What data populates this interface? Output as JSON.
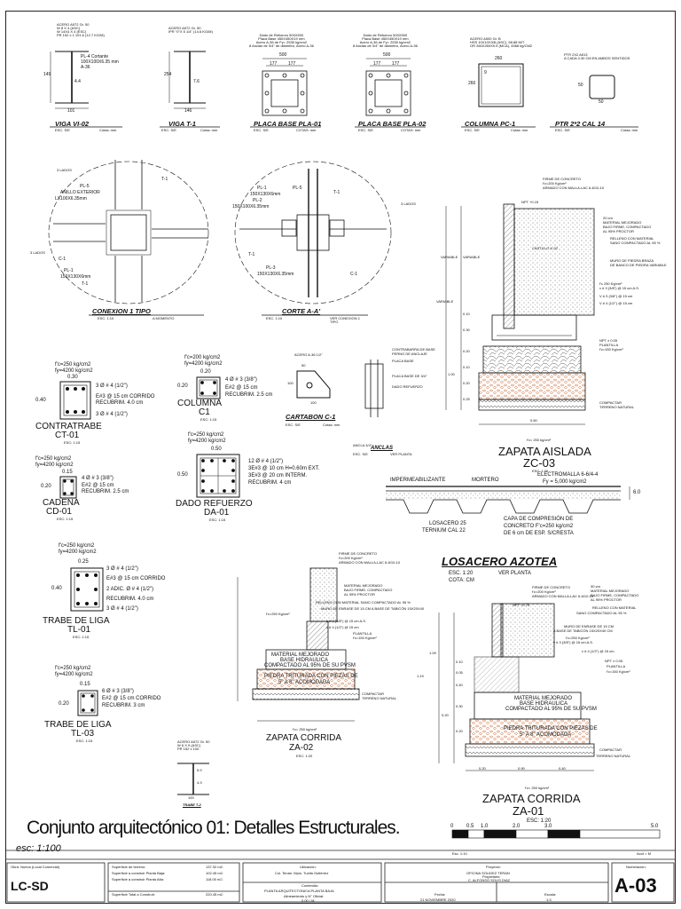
{
  "details_top": {
    "viga_vi02": {
      "title": "VIGA VI-02",
      "esc": "ESC. S/E",
      "units": "Cotas: mm",
      "spec": "ACERO A572 Gr. 50\nW 8 X 4 (ASC)\nW 14X4 X 4 (ESC)\nPR 152 x 1 101.6 (12.7 KG/M)",
      "plate": "PL-4 Cortante",
      "plate_dims": "100X100X6.35 mm",
      "plate_steel": "A-36",
      "dim_left": "149",
      "dim_web": "4.4",
      "dim_bottom": "101"
    },
    "viga_t1": {
      "title": "VIGA T-1",
      "esc": "ESC. S/E",
      "units": "Cotas: mm",
      "spec": "ACERO A572 Gr. 50\nIPR \"0\"X 5 1/4\" (14.6 KG/M)",
      "dim_left": "254",
      "dim_web": "7.6",
      "dim_bottom": "146"
    },
    "pla01": {
      "title": "PLACA BASE PLA-01",
      "esc": "ESC. S/E",
      "units": "COTAS: mm",
      "spec": "Dado de Refuerzo 500X500\nPlaca Base 450X450X19 mm\nAcero A-36 de Fy= 2530 kg/cm2\n8 Anclas de 3/4\" de diámetro, Acero A-36",
      "dim_top": "500",
      "dim_a": "177",
      "dim_b": "177"
    },
    "pla02": {
      "title": "PLACA BASE PLA-02",
      "esc": "ESC. S/E",
      "units": "COTAS: mm",
      "spec": "Dado de Refuerzo 500X500\nPlaca Base 450X450X19 mm\nAcero A-36 de Fy= 2530 kg/cm2\n8 Anclas de 3/4\" de diámetro, Acero A-36",
      "dim_top": "500",
      "dim_a": "177",
      "dim_b": "177"
    },
    "pc1": {
      "title": "COLUMNA PC-1",
      "esc": "ESC. S/E",
      "units": "Cotas: mm",
      "spec": "ACERO A500 Gr. B\nHSS 10X10X3/8 (ASC), 58.88 M/T\nOR 260X260X9.5 (MCA), 4568 kg/CM2",
      "dim_top": "260",
      "dim_left": "260",
      "dim_wall": "9"
    },
    "ptr": {
      "title": "PTR 2*2 CAL 14",
      "esc": "ESC. S/E",
      "units": "Cotas: mm",
      "spec": "PTR 2X2 A513\nA CADA 0.30 CM EN AMBOS SENTIDOS",
      "dim_left": "50",
      "dim_bottom": "50"
    }
  },
  "conexion": {
    "title": "CONEXION 1 TIPO",
    "esc": "ESC. 1:10",
    "note": "A MOMENTO",
    "labels": [
      "3 LADOS",
      "PL-5",
      "ANILLO EXTERIOR",
      "LX100X6.35mm",
      "T-1",
      "C-1",
      "3 LADOS",
      "PL-1",
      "150X130X6mm",
      "T-1"
    ]
  },
  "corte": {
    "title": "CORTE A-A'",
    "esc": "ESC. 1:10",
    "note": "VER CONEXION 1\nTIPO",
    "labels": [
      "PL-1",
      "150X130X6mm",
      "PL-5",
      "PL-2",
      "150X100X6.35mm",
      "T-1",
      "PL-3",
      "150X130X6.35mm",
      "C-1",
      "T-1",
      "3 LADOS"
    ]
  },
  "zapata_aislada": {
    "title": "ZAPATA AISLADA",
    "code": "ZC-03",
    "esc": "ESC. 1:20",
    "fc": "f'c= 250 kg/cm²",
    "labels": [
      "FIRME DE CONCRETO",
      "f'c=200 Kg/cm²",
      "ARMADO CON MALLA-LAC 6-6/10-10",
      "NPT +0.15",
      "20 cm",
      "MATERIAL MEJORADO",
      "BAJO FIRME, COMPACTADO",
      "AL 95% PROCTOR",
      "RELLENO CON MATERIAL",
      "SANO COMPACTADO AL 95 %",
      "CASTILLO K-02",
      "MURO DE PIEDRA BRAZA",
      "DE BANCO DE PIEDRA VARIABLE",
      "f'c 250 Kg/cm²",
      "v # 3 (3/8\") @ 15 cm A.S.",
      "V # 3 (3/8\") @ 15 cm",
      "V # 4 (1/2\") @ 15 cm",
      "NPT ± 0.05",
      "PLANTILLA",
      "f'c=150 Kg/cm²",
      "COMPACTAR",
      "TERRENO NATURAL"
    ],
    "dims": [
      "VARIABLE",
      "VARIABLE",
      "VARIABLE",
      "0.10",
      "0.30",
      "0.20",
      "0.10",
      "1.00",
      "0.20",
      "0.25",
      "0.60"
    ]
  },
  "contratrabe": {
    "fc": "f'c=250 kg/cm2",
    "fy": "fy=4200 kg/cm2",
    "dim_w": "0.30",
    "dim_h": "0.40",
    "title": "CONTRATRABE",
    "code": "CT-01",
    "esc": "ESC: 1:15",
    "notes": [
      "3 Ø # 4 (1/2\")",
      "E#3 @ 15 cm CORRIDO",
      "RECUBRIM. 4.0 cm",
      "3 Ø # 4 (1/2\")"
    ]
  },
  "columna": {
    "fc": "f'c=200 kg/cm2",
    "fy": "fy=4200 kg/cm2",
    "dim_w": "0.20",
    "dim_h": "0.20",
    "title": "COLUMNA",
    "code": "C1",
    "esc": "ESC: 1:15",
    "notes": [
      "4 Ø # 3 (3/8\")",
      "E#2 @ 15 cm",
      "RECUBRIM. 2.5 cm"
    ]
  },
  "cartabon": {
    "title": "CARTABON C-1",
    "esc": "ESC. S/E",
    "units": "Cotas: mm",
    "spec": "ACERO A-36 1/2\"",
    "dims": [
      "50",
      "100",
      "100"
    ]
  },
  "anclas": {
    "title": "ANCLAS",
    "esc": "ESC. S/E",
    "note": "VER PLANTA",
    "labels": [
      "CONTRABARRA DE BASE",
      "PERNO DE ANCLAJE",
      "PLACA BASE",
      "PLACA BASE DE 3/4\"",
      "DADO REFUERZO",
      "ANCLA 3/4\""
    ]
  },
  "cadena": {
    "fc": "f'c=250 kg/cm2",
    "fy": "fy=4200 kg/cm2",
    "dim_w": "0.15",
    "dim_h": "0.20",
    "title": "CADENA",
    "code": "CD-01",
    "esc": "ESC: 1:15",
    "notes": [
      "4 Ø # 3 (3/8\")",
      "E#2 @ 15 cm",
      "RECUBRIM. 2.5 cm"
    ]
  },
  "dado": {
    "fc": "f'c=250 kg/cm2",
    "fy": "fy=4200 kg/cm2",
    "dim_w": "0.50",
    "dim_h": "0.50",
    "title": "DADO REFUERZO",
    "code": "DA-01",
    "esc": "ESC: 1:15",
    "notes": [
      "12 Ø # 4 (1/2\")",
      "3E#3 @ 10 cm H=0.60m EXT.",
      "3E#3 @ 20 cm INTERM.",
      "RECUBRIM. 4 cm"
    ]
  },
  "losacero": {
    "labels": [
      "IMPERMEABILIZANTE",
      "MORTERO",
      "ELECTROMALLA 6-6/4-4",
      "Fy = 5,000 kg/cm2",
      "LOSACERO 25",
      "TERNIUM CAL 22",
      "CAPA DE COMPRESIÓN DE",
      "CONCRETO F'c=250 kg/cm2",
      "DE 6 cm DE ESP. S/CRESTA"
    ],
    "dim": "6.0",
    "title": "LOSACERO AZOTEA",
    "esc": "ESC. 1:20",
    "cota": "COTA: CM",
    "note": "VER PLANTA"
  },
  "trabe_liga": {
    "fc": "f'c=250 kg/cm2",
    "fy": "fy=4200 kg/cm2",
    "dim_w": "0.25",
    "dim_h": "0.40",
    "title": "TRABE DE LIGA",
    "code": "TL-01",
    "esc": "ESC: 1:15",
    "notes": [
      "3 Ø # 4 (1/2\")",
      "E#3 @ 15 cm CORRIDO",
      "2 ADIC. Ø # 4 (1/2\")",
      "RECUBRIM. 4.0 cm",
      "3 Ø # 4 (1/2\")"
    ]
  },
  "trabe_liga3": {
    "fc": "f'c=250 kg/cm2",
    "fy": "fy=4200 kg/cm2",
    "dim_w": "0.15",
    "dim_h": "0.20",
    "title": "TRABE DE LIGA",
    "code": "TL-03",
    "esc": "ESC: 1:15",
    "notes": [
      "6 Ø # 3 (3/8\")",
      "E#2 @ 15 cm CORRIDO",
      "RECUBRIM. 3 cm"
    ]
  },
  "trabe_t2": {
    "title": "TRABE T-2",
    "spec": "ACERO A572 Gr. 50\nW 6 X 9 (ASC)\nPR 152 x 100",
    "dims": [
      "5.9",
      "4.3",
      "100"
    ]
  },
  "zapata_za02": {
    "title": "ZAPATA CORRIDA",
    "code": "ZA-02",
    "esc": "ESC: 1:20",
    "fc": "f'c= 250 kg/cm²",
    "labels": [
      "FIRME DE CONCRETO",
      "f'c=200 Kg/cm²",
      "ARMADO CON MALLA-LAC 6-6/10-10",
      "MATERIAL MEJORADO",
      "BAJO FIRME, COMPACTADO",
      "AL 95% PROCTOR",
      "RELLENO CON MATERIAL SANO COMPACTADO AL 95 %",
      "MURO DE ENRASE DE 15 CM A BASE DE TABICÓN 15X20X40",
      "f'c=250 Kg/cm²",
      "v # 3 (3/8\") @ 15 cm A.S.",
      "v # 4 (1/2\") @ 15 cm",
      "PLANTILLA",
      "f'c=150 Kg/cm²",
      "MATERIAL MEJORADO",
      "BASE HIDRAULICA",
      "COMPACTADO AL 95% DE SU PVSM",
      "PIEDRA TRITURADA CON PIEZAS DE",
      "5\" A 8\" ACOMODADA",
      "COMPACTAR",
      "TERRENO NATURAL"
    ]
  },
  "zapata_za01": {
    "title": "ZAPATA CORRIDA",
    "code": "ZA-01",
    "esc": "ESC: 1:20",
    "fc": "f'c= 250 kg/cm²",
    "labels": [
      "FIRME DE CONCRETO",
      "f'c=200 Kg/cm²",
      "ARMADO CON MALLA-LAC 6-6/10-10",
      "NPT +0.75",
      "30 cm",
      "MATERIAL MEJORADO",
      "BAJO FIRME, COMPACTADO",
      "AL 95% PROCTOR",
      "RELLENO CON MATERIAL",
      "SANO COMPACTADO AL 95 %",
      "MURO DE ENRASE DE 15 CM",
      "A BASE DE TABICÓN 15X20X40 CM",
      "f'c=250 Kg/cm²",
      "v # 3 (3/8\") @ 15 cm A.S.",
      "v # 4 (1/2\") @ 15 cm",
      "NPT ± 0.05",
      "PLANTILLA",
      "f'c=150 Kg/cm²",
      "MATERIAL MEJORADO",
      "BASE HIDRAULICA",
      "COMPACTADO AL 95% DE SU PVSM",
      "PIEDRA TRITURADA CON PIEZAS DE",
      "5\" A 8\" ACOMODADA",
      "COMPACTAR",
      "TERRENO NATURAL"
    ],
    "dims": [
      "1.09",
      "1.19",
      "0.10",
      "0.05",
      "0.40",
      "0.30",
      "0.20",
      "0.20",
      "0.20",
      "0.90",
      "0.40"
    ]
  },
  "scale_bar": {
    "ticks": [
      "0",
      "0.5",
      "1.0",
      "2.0",
      "3.0",
      "5.0"
    ],
    "left": "Esc. 1:10",
    "right": "Acot = M"
  },
  "sheet_title": {
    "light": "Conjunto arquitectónico 01: ",
    "bold": "Detalles Estructurales.",
    "esc": "esc: 1:100"
  },
  "title_block": {
    "code": "LC-SD",
    "obra": "Obra: Nueva (Local Comercial)",
    "areas": [
      {
        "label": "Superficie de terreno:",
        "value": "137.32 m2."
      },
      {
        "label": "Superficie a construir Planta Baja:",
        "value": "102.45 m2."
      },
      {
        "label": "Superficie a construir Planta Alta:",
        "value": "118.00 m2."
      },
      {
        "label": "Superficie Total a Construir:",
        "value": "220.45 m2."
      }
    ],
    "ubicacion_label": "Ubicación:",
    "ubicacion": "Col. Tenán. Mpio. Tuxtla Gutiérrez",
    "contenido_label": "Contenido:",
    "contenido": "PLANTA ARQUITECTONICA PLANTA BAJA",
    "acot_label": "Alineamiento y N° Oficial:",
    "acot": "0.00 / M",
    "proyecto_label": "Proyecto:",
    "proyecto": "OFICINA SOLIDEZ TERAN",
    "propietario_label": "Propietario:",
    "propietario": "C. ALFONSO SOLIS DIAZ",
    "fecha_label": "Fecha:",
    "fecha": "21 NOVIEMBRE 2020",
    "escala_label": "Escala:",
    "escala": "1:3",
    "num_label": "Numeración:",
    "sheet": "A-03"
  }
}
